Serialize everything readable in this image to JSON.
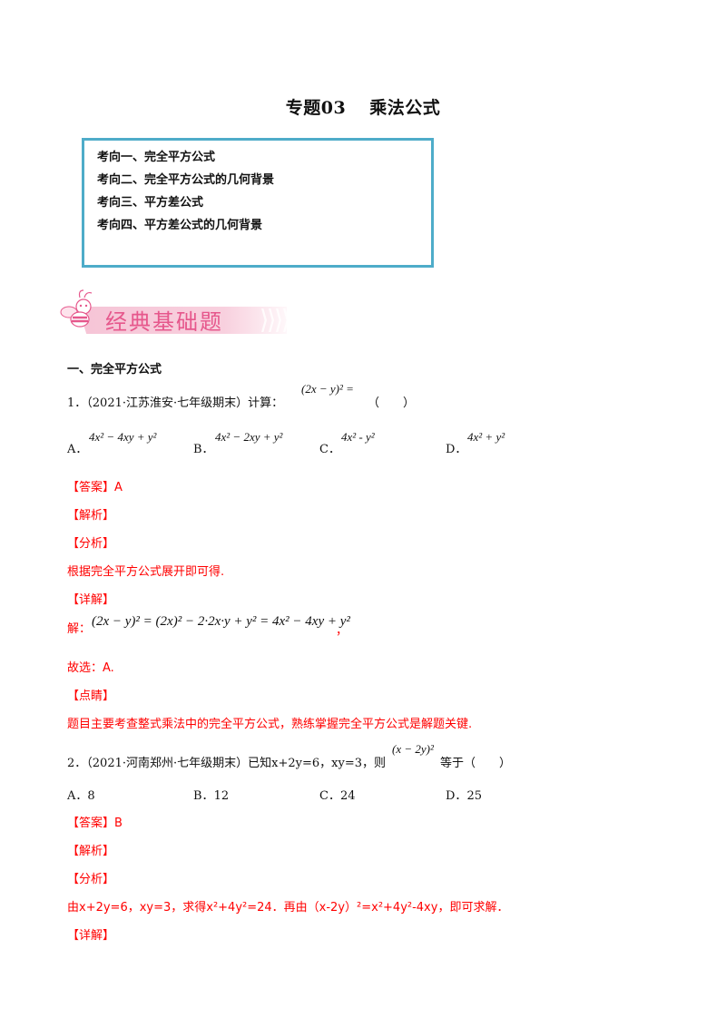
{
  "document": {
    "title_prefix": "专题03",
    "title_main": "乘法公式",
    "toc": [
      "考向一、完全平方公式",
      "考向二、完全平方公式的几何背景",
      "考向三、平方差公式",
      "考向四、平方差公式的几何背景"
    ],
    "banner": "经典基础题",
    "section_heading": "一、完全平方公式",
    "questions": [
      {
        "number": "1．",
        "source": "（2021·江苏淮安·七年级期末）计算：",
        "expression": "(2x − y)² =",
        "blank": "（　　）",
        "options": [
          {
            "label": "A．",
            "value": "4x² − 4xy + y²"
          },
          {
            "label": "B．",
            "value": "4x² − 2xy + y²"
          },
          {
            "label": "C．",
            "value": "4x² - y²"
          },
          {
            "label": "D．",
            "value": "4x² + y²"
          }
        ],
        "answer_label": "【答案】",
        "answer_value": "A",
        "analysis_label": "【解析】",
        "fenxi_label": "【分析】",
        "fenxi_text": "根据完全平方公式展开即可得.",
        "detail_label": "【详解】",
        "detail_prefix": "解：",
        "detail_math": "(2x − y)² = (2x)² − 2·2x·y + y² = 4x² − 4xy + y²",
        "detail_suffix": "，",
        "conclusion": "故选：A.",
        "remark_label": "【点睛】",
        "remark_text": "题目主要考查整式乘法中的完全平方公式，熟练掌握完全平方公式是解题关键."
      },
      {
        "number": "2．",
        "source": "（2021·河南郑州·七年级期末）已知",
        "condition": "x+2y=6，xy=3，则",
        "expression": "(x − 2y)²",
        "tail": "等于（　　）",
        "options": [
          {
            "label": "A．",
            "value": "8"
          },
          {
            "label": "B．",
            "value": "12"
          },
          {
            "label": "C．",
            "value": "24"
          },
          {
            "label": "D．",
            "value": "25"
          }
        ],
        "answer_label": "【答案】",
        "answer_value": "B",
        "analysis_label": "【解析】",
        "fenxi_label": "【分析】",
        "fenxi_text": "由x+2y=6，xy=3，求得x²+4y²=24．再由（x-2y）²=x²+4y²-4xy，即可求解．",
        "detail_label": "【详解】"
      }
    ]
  },
  "colors": {
    "toc_border": "#4eacc9",
    "banner_text": "#e6578c",
    "banner_bg": "#f6c4d6",
    "answer_red": "#ff0000"
  }
}
